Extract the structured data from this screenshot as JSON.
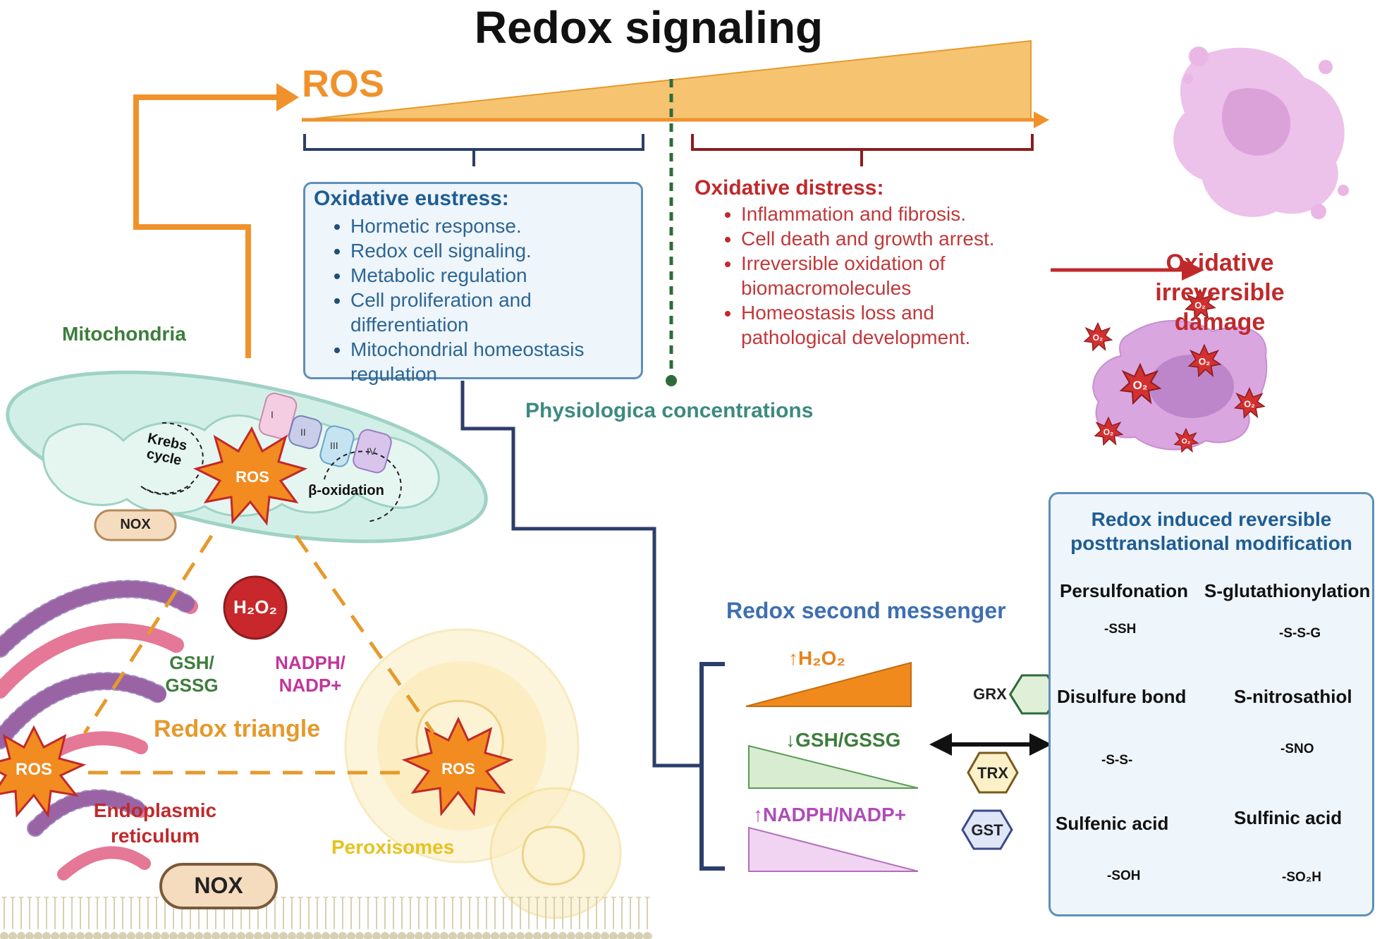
{
  "title": "Redox signaling",
  "ros_axis": {
    "label": "ROS"
  },
  "eustress": {
    "heading": "Oxidative eustress:",
    "items": [
      "Hormetic response.",
      "Redox cell signaling.",
      "Metabolic regulation",
      "Cell proliferation and differentiation",
      "Mitochondrial homeostasis regulation"
    ]
  },
  "distress": {
    "heading": "Oxidative distress:",
    "items": [
      "Inflammation and fibrosis.",
      "Cell death and growth arrest.",
      "Irreversible oxidation of biomacromolecules",
      "Homeostasis loss and pathological development."
    ]
  },
  "physiological": "Physiologica concentrations",
  "irreversible": "Oxidative irreversible damage",
  "o2_symbol": "O₂",
  "cell_left": {
    "mitochondria": "Mitochondria",
    "krebs": "Krebs cycle",
    "beta_oxidation": "β-oxidation",
    "complexes": [
      "I",
      "II",
      "III",
      "IV"
    ],
    "ros": "ROS",
    "nox": "NOX",
    "h2o2": "H₂O₂",
    "gsh_gssg": "GSH/ GSSG",
    "nadph_nadp": "NADPH/ NADP+",
    "redox_triangle": "Redox triangle",
    "er": "Endoplasmic reticulum",
    "peroxisomes": "Peroxisomes"
  },
  "second_messenger": {
    "title": "Redox second messenger",
    "rows": [
      "↑H₂O₂",
      "↓GSH/GSSG",
      "↑NADPH/NADP+"
    ],
    "enzymes": [
      "GRX",
      "TRX",
      "GST"
    ]
  },
  "ptm": {
    "title": "Redox induced reversible posttranslational modification",
    "items": [
      {
        "label": "Persulfonation",
        "group": "-SSH"
      },
      {
        "label": "S-glutathionylation",
        "group": "-S-S-G"
      },
      {
        "label": "Disulfure bond",
        "group": "-S-S-"
      },
      {
        "label": "S-nitrosathiol",
        "group": "-SNO"
      },
      {
        "label": "Sulfenic acid",
        "group": "-SOH"
      },
      {
        "label": "Sulfinic acid",
        "group": "-SO₂H"
      }
    ]
  },
  "colors": {
    "orange": "#f0922c",
    "navy": "#2c3e6a",
    "dark_red": "#8b1d1f",
    "red": "#c0292b",
    "green_dash": "#2f6b3a",
    "protein": "#5a48d0"
  }
}
